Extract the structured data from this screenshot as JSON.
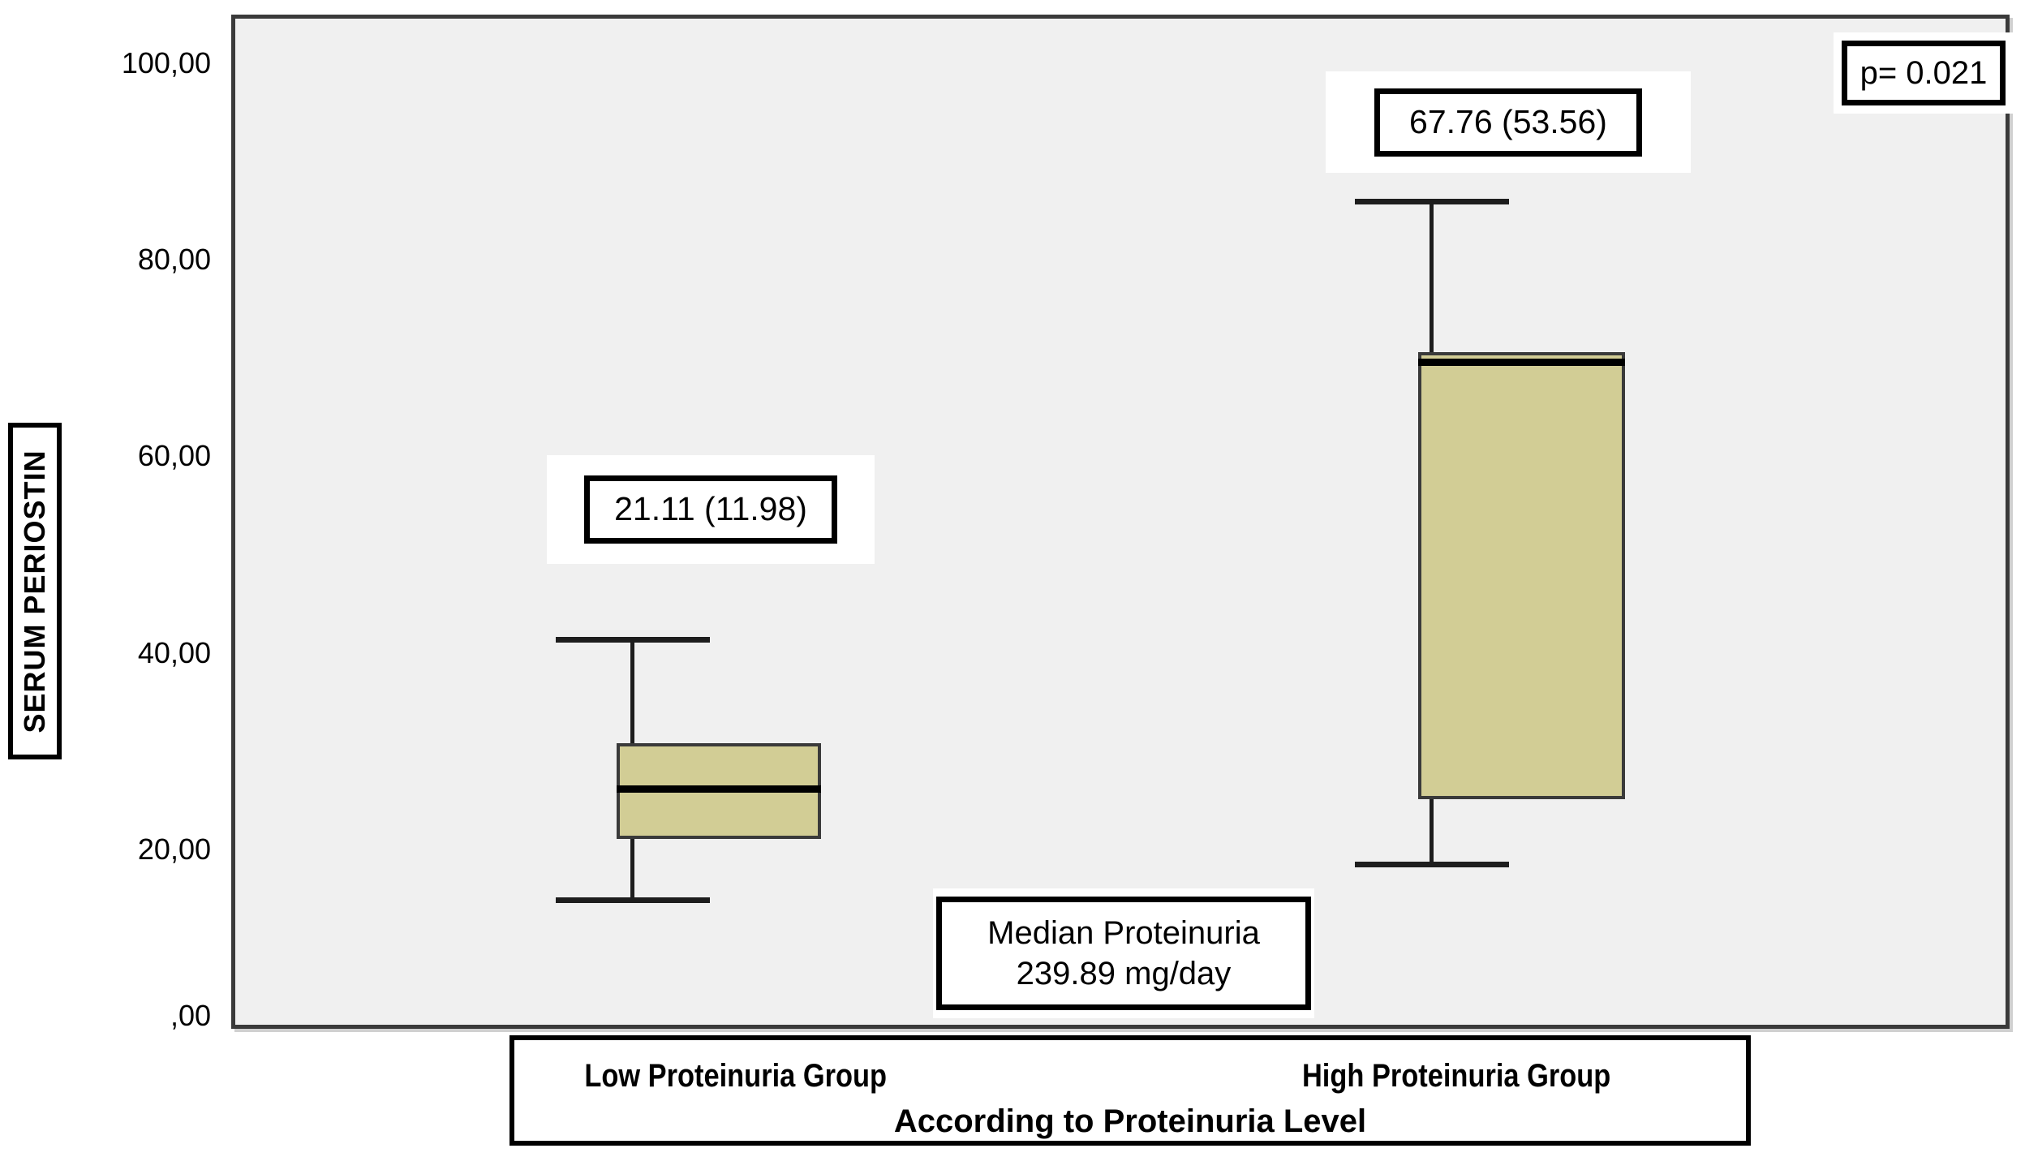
{
  "chart_data": {
    "type": "box",
    "title": "",
    "xlabel": "According to Proteinuria Level",
    "ylabel": "SERUM PERIOSTIN",
    "ylim": [
      0,
      100
    ],
    "yticks": [
      0,
      20,
      40,
      60,
      80,
      100
    ],
    "ytick_labels: note": "SPSS European decimal comma formatting",
    "ytick_labels": [
      ",00",
      "20,00",
      "40,00",
      "60,00",
      "80,00",
      "100,00"
    ],
    "grid": false,
    "legend": "none",
    "categories": [
      "Low Proteinuria Group",
      "High Proteinuria Group"
    ],
    "boxes": [
      {
        "category": "Low Proteinuria Group",
        "whisker_low": 12.6,
        "q1": 15.8,
        "median": 21.11,
        "q3": 26.0,
        "whisker_high": 37.5,
        "label": "21.11 (11.98)",
        "median_value": 21.11,
        "iqr_value": 11.98
      },
      {
        "category": "High Proteinuria Group",
        "whisker_low": 12.7,
        "q1": 19.8,
        "median": 67.76,
        "q3": 69.5,
        "whisker_high": 85.5,
        "label": "67.76 (53.56)",
        "median_value": 67.76,
        "iqr_value": 53.56
      }
    ],
    "annotations": [
      {
        "name": "p-value",
        "text": "p= 0.021"
      },
      {
        "name": "median-proteinuria",
        "line1": "Median Proteinuria",
        "line2": "239.89 mg/day"
      }
    ],
    "colors": {
      "box_fill": "#d2cd95",
      "box_border": "#3a3a3a",
      "panel_background": "#f0f0f0",
      "median_line": "#000000",
      "whisker": "#1d1d1d"
    }
  },
  "yaxis": {
    "label": "SERUM PERIOSTIN",
    "ticks": [
      {
        "value": 100,
        "text": "100,00"
      },
      {
        "value": 80,
        "text": "80,00"
      },
      {
        "value": 60,
        "text": "60,00"
      },
      {
        "value": 40,
        "text": "40,00"
      },
      {
        "value": 20,
        "text": "20,00"
      },
      {
        "value": 0,
        "text": ",00"
      }
    ]
  },
  "xaxis": {
    "title": "According to Proteinuria Level",
    "categories": [
      {
        "label": "Low Proteinuria Group"
      },
      {
        "label": "High Proteinuria Group"
      }
    ]
  },
  "annotations": {
    "low_group_stat": "21.11 (11.98)",
    "high_group_stat": "67.76 (53.56)",
    "p_value": "p= 0.021",
    "median_proteinuria_line1": "Median Proteinuria",
    "median_proteinuria_line2": "239.89 mg/day"
  }
}
